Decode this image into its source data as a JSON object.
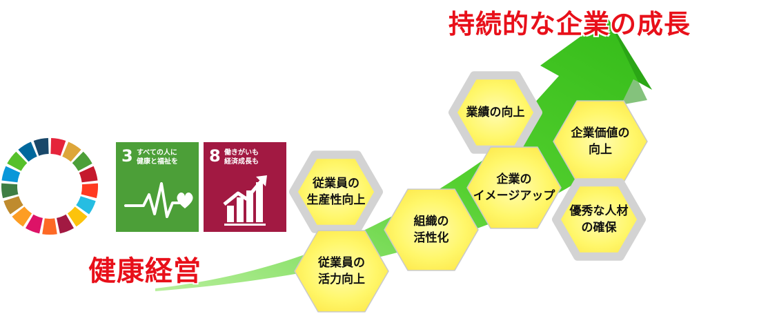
{
  "headline": "持続的な企業の成長",
  "footer_label": "健康経営",
  "colors": {
    "accent_red": "#e8101a",
    "arrow_green": "#3cc81e",
    "hex_fill": "#fff76a",
    "hex_border": "#d3d3d3",
    "sdg3": "#4c9f38",
    "sdg8": "#a21942"
  },
  "sdg_wheel": {
    "icon": "sdg-wheel-icon",
    "colors": [
      "#e5243b",
      "#dda63a",
      "#4c9f38",
      "#c5192d",
      "#ff3a21",
      "#26bde2",
      "#fcc30b",
      "#a21942",
      "#fd6925",
      "#dd1367",
      "#fd9d24",
      "#bf8b2e",
      "#3f7e44",
      "#0a97d9",
      "#56c02b",
      "#00689d",
      "#19486a"
    ]
  },
  "sdg_tiles": [
    {
      "number": "3",
      "text": "すべての人に\n健康と福祉を",
      "icon": "heartbeat-icon"
    },
    {
      "number": "8",
      "text": "働きがいも\n経済成長も",
      "icon": "growth-chart-icon"
    }
  ],
  "hexagons": [
    {
      "label": "従業員の\n生産性向上"
    },
    {
      "label": "従業員の\n活力向上"
    },
    {
      "label": "組織の\n活性化"
    },
    {
      "label": "業績の向上"
    },
    {
      "label": "企業の\nイメージアップ"
    },
    {
      "label": "企業価値の\n向上"
    },
    {
      "label": "優秀な人材\nの確保"
    }
  ]
}
